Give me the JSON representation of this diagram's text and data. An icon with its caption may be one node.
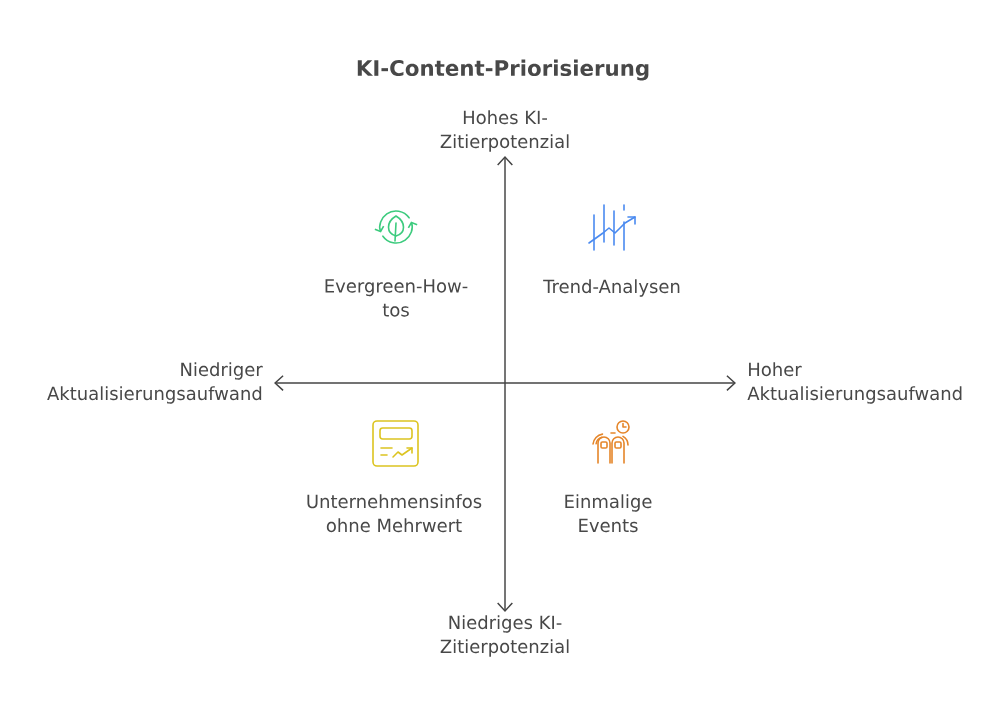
{
  "diagram": {
    "title": "KI-Content-Priorisierung",
    "labels": [
      "Hohes KI-Zitierpotenzial",
      "Evergreen-How-tos",
      "Trend-Analysen",
      "Niedriger Aktualisierungsaufwand",
      "Hoher Aktualisierungsaufwand",
      "Unternehmensinfos ohne Mehrwert",
      "Einmalige Events",
      "Niedriges KI-Zitierpotenzial"
    ]
  }
}
